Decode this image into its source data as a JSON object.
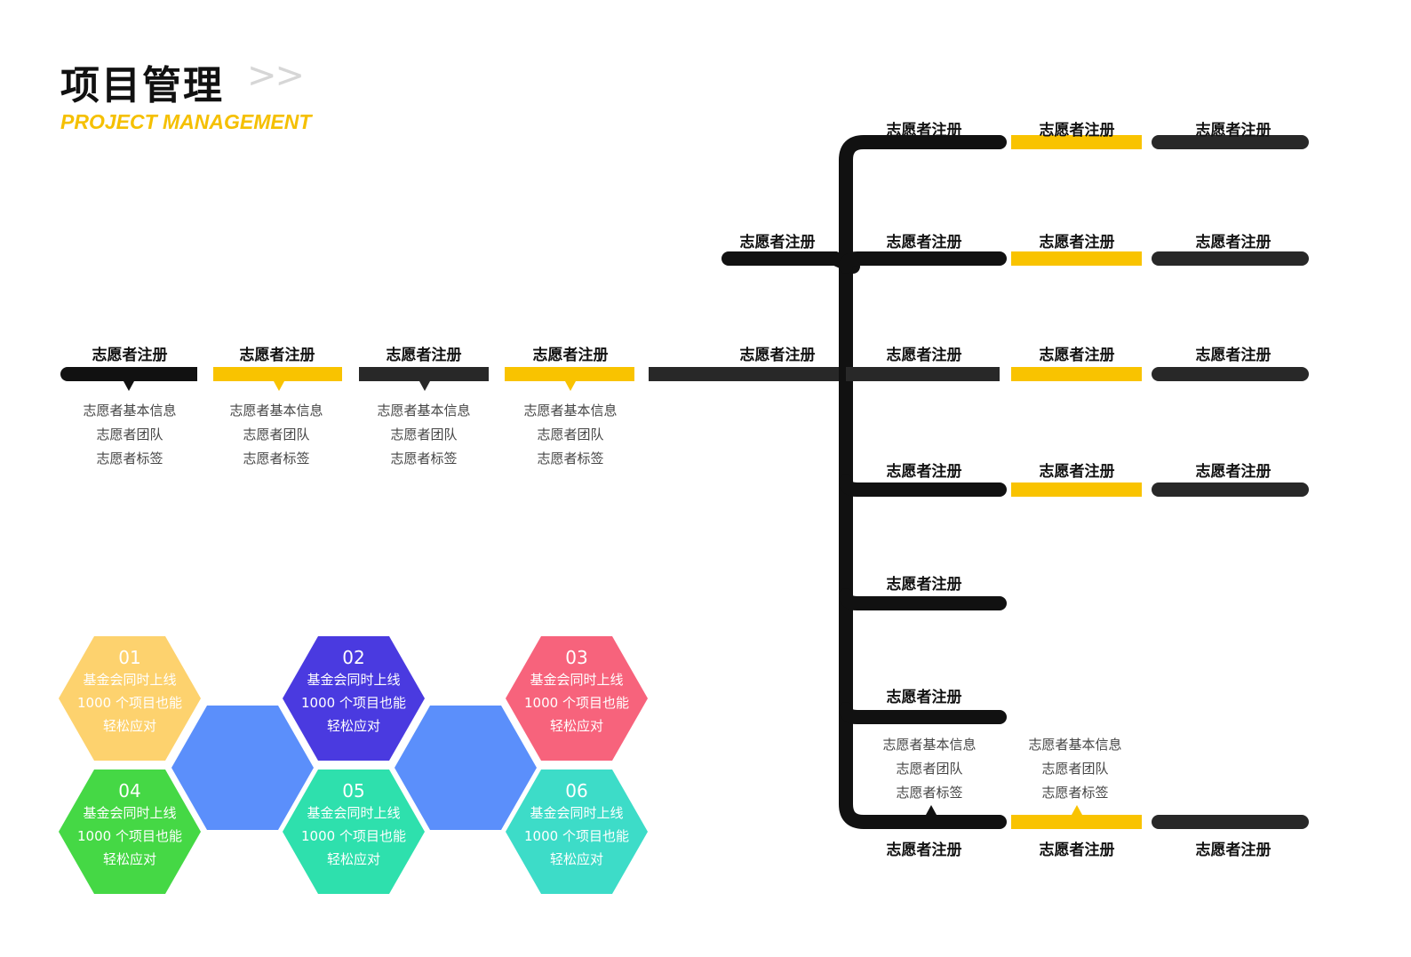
{
  "header": {
    "title": "项目管理",
    "arrows": ">>",
    "subtitle": "PROJECT MANAGEMENT"
  },
  "colors": {
    "black": "#111111",
    "dark_bar": "#282828",
    "yellow": "#f9c300",
    "hex_yellow": "#fdd26e",
    "hex_indigo": "#4a3ae0",
    "hex_pink": "#f7637c",
    "hex_green": "#45d845",
    "hex_teal": "#2ee0ad",
    "hex_cyan": "#3ddcc8",
    "hex_blue": "#5b8ffb"
  },
  "left_flow": {
    "steps": [
      {
        "label": "志愿者注册",
        "lines": [
          "志愿者基本信息",
          "志愿者团队",
          "志愿者标签"
        ]
      },
      {
        "label": "志愿者注册",
        "lines": [
          "志愿者基本信息",
          "志愿者团队",
          "志愿者标签"
        ]
      },
      {
        "label": "志愿者注册",
        "lines": [
          "志愿者基本信息",
          "志愿者团队",
          "志愿者标签"
        ]
      },
      {
        "label": "志愿者注册",
        "lines": [
          "志愿者基本信息",
          "志愿者团队",
          "志愿者标签"
        ]
      }
    ],
    "connector_label": "志愿者注册"
  },
  "tree": {
    "upper_branch_label": "志愿者注册",
    "rows": [
      {
        "labels": [
          "志愿者注册",
          "志愿者注册",
          "志愿者注册"
        ]
      },
      {
        "labels": [
          "志愿者注册",
          "志愿者注册",
          "志愿者注册"
        ]
      },
      {
        "labels": [
          "志愿者注册",
          "志愿者注册",
          "志愿者注册"
        ]
      },
      {
        "labels": [
          "志愿者注册",
          "志愿者注册",
          "志愿者注册"
        ]
      },
      {
        "labels": [
          "志愿者注册"
        ]
      },
      {
        "labels": [
          "志愿者注册"
        ]
      },
      {
        "labels": [
          "志愿者注册",
          "志愿者注册",
          "志愿者注册"
        ]
      }
    ],
    "bottom_details": [
      {
        "lines": [
          "志愿者基本信息",
          "志愿者团队",
          "志愿者标签"
        ]
      },
      {
        "lines": [
          "志愿者基本信息",
          "志愿者团队",
          "志愿者标签"
        ]
      }
    ]
  },
  "hexes": [
    {
      "num": "01",
      "lines": [
        "基金会同时上线",
        "1000 个项目也能",
        "轻松应对"
      ]
    },
    {
      "num": "02",
      "lines": [
        "基金会同时上线",
        "1000 个项目也能",
        "轻松应对"
      ]
    },
    {
      "num": "03",
      "lines": [
        "基金会同时上线",
        "1000 个项目也能",
        "轻松应对"
      ]
    },
    {
      "num": "04",
      "lines": [
        "基金会同时上线",
        "1000 个项目也能",
        "轻松应对"
      ]
    },
    {
      "num": "05",
      "lines": [
        "基金会同时上线",
        "1000 个项目也能",
        "轻松应对"
      ]
    },
    {
      "num": "06",
      "lines": [
        "基金会同时上线",
        "1000 个项目也能",
        "轻松应对"
      ]
    }
  ]
}
